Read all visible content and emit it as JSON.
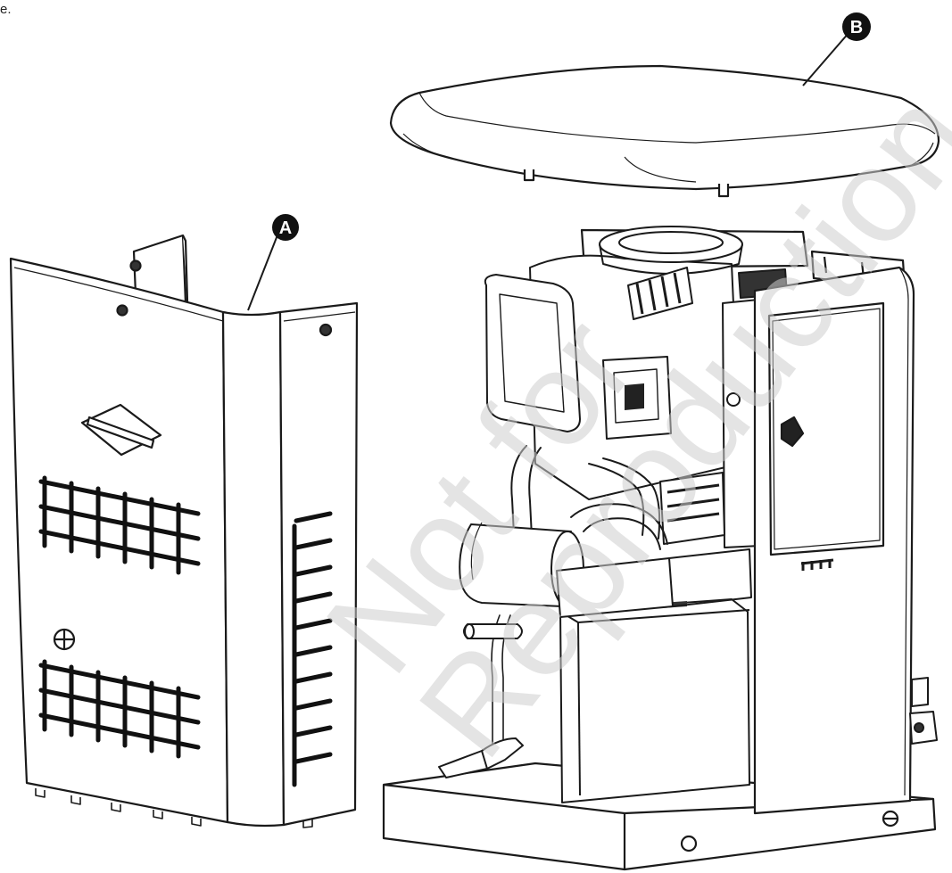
{
  "page": {
    "corner_fragment": "e."
  },
  "callouts": {
    "a": "A",
    "b": "B"
  },
  "watermark": {
    "line1": "Not for",
    "line2": "Reproduction"
  },
  "colors": {
    "line": "#1a1a1a",
    "fill": "#ffffff",
    "callout_bg": "#111111",
    "watermark": "#cfcfcf"
  }
}
